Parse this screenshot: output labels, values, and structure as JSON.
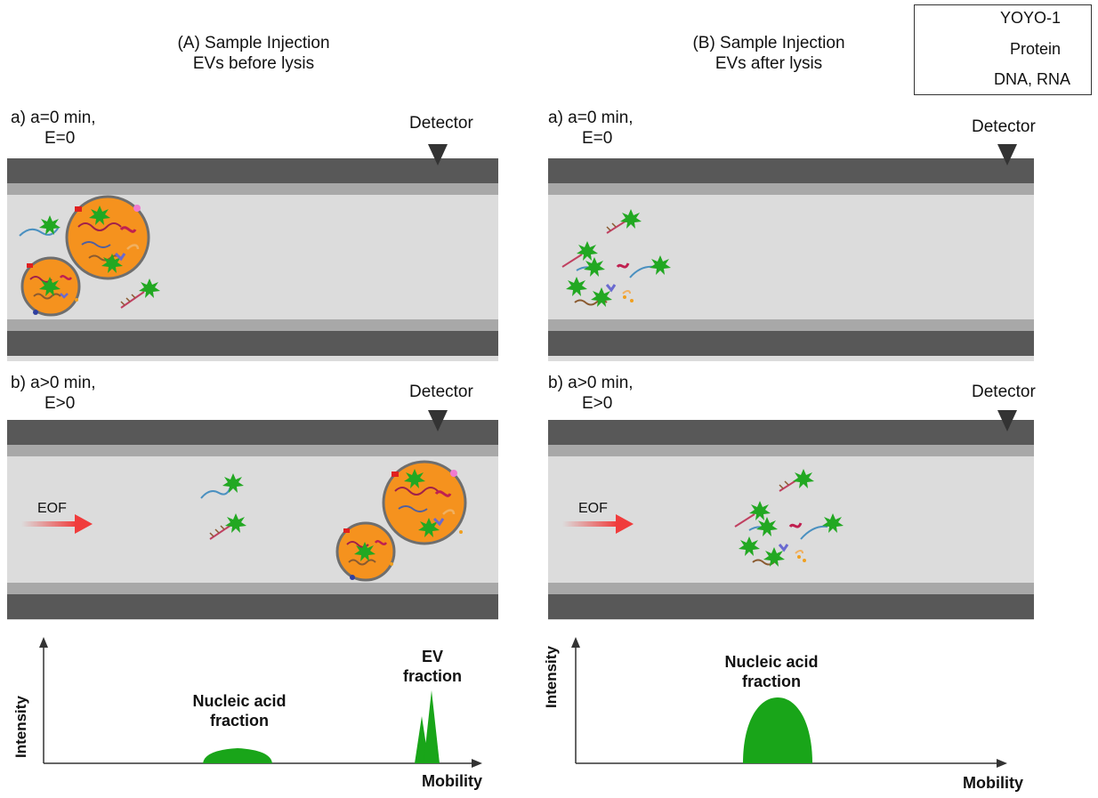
{
  "legend": {
    "yoyo": "YOYO-1",
    "protein": "Protein",
    "nucleic": "DNA, RNA"
  },
  "panelA": {
    "title_line1": "(A) Sample Injection",
    "title_line2": "EVs before lysis",
    "stage_a_line1": "a) a=0 min,",
    "stage_a_line2": "E=0",
    "stage_b_line1": "b) a>0 min,",
    "stage_b_line2": "E>0",
    "detector_a": "Detector",
    "detector_b": "Detector",
    "eof": "EOF",
    "graph": {
      "ylabel": "Intensity",
      "xlabel": "Mobility",
      "peak1_line1": "Nucleic acid",
      "peak1_line2": "fraction",
      "peak2_line1": "EV",
      "peak2_line2": "fraction"
    }
  },
  "panelB": {
    "title_line1": "(B) Sample Injection",
    "title_line2": "EVs after lysis",
    "stage_a_line1": "a) a=0 min,",
    "stage_a_line2": "E=0",
    "stage_b_line1": "b) a>0 min,",
    "stage_b_line2": "E>0",
    "detector_a": "Detector",
    "detector_b": "Detector",
    "eof": "EOF",
    "graph": {
      "ylabel": "Intensity",
      "xlabel": "Mobility",
      "peak1_line1": "Nucleic acid",
      "peak1_line2": "fraction"
    }
  },
  "colors": {
    "wall": "#585858",
    "wall_inner": "#a8a8a8",
    "channel": "#dcdcdc",
    "ev": "#f5921e",
    "dye": "#22a822",
    "peak": "#19a519",
    "arrow": "#f03c3c"
  }
}
